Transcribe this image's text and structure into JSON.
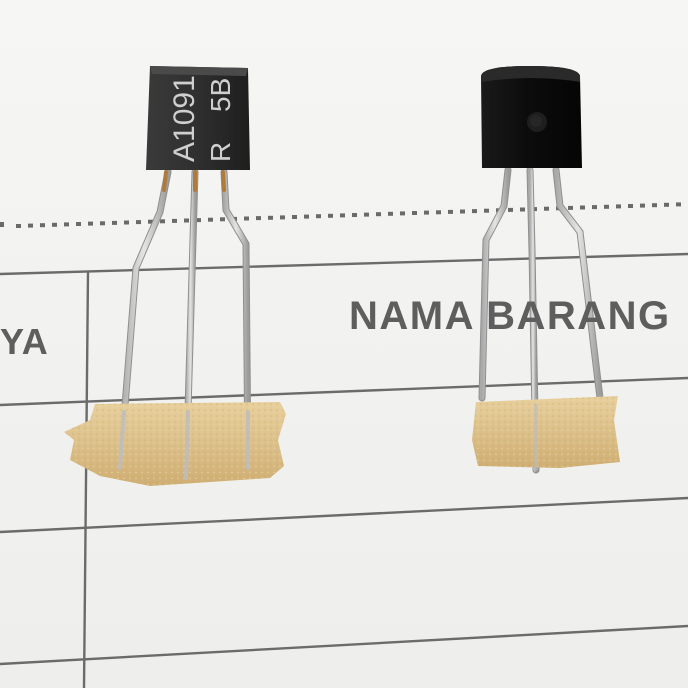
{
  "scene": {
    "description_kind": "photo",
    "form_headers": {
      "left_partial": "YA",
      "right": "NAMA BARANG"
    },
    "transistors": [
      {
        "marking_line1": "A1091",
        "marking_line2_left": "R",
        "marking_line2_right": "5B",
        "body_color": "#2f2f2f"
      },
      {
        "body_color": "#111111"
      }
    ],
    "colors": {
      "paper": "#f3f3f1",
      "print_ink": "#5e5e5e",
      "tape": "#dcc08a",
      "lead": "#c8c8c8"
    }
  }
}
